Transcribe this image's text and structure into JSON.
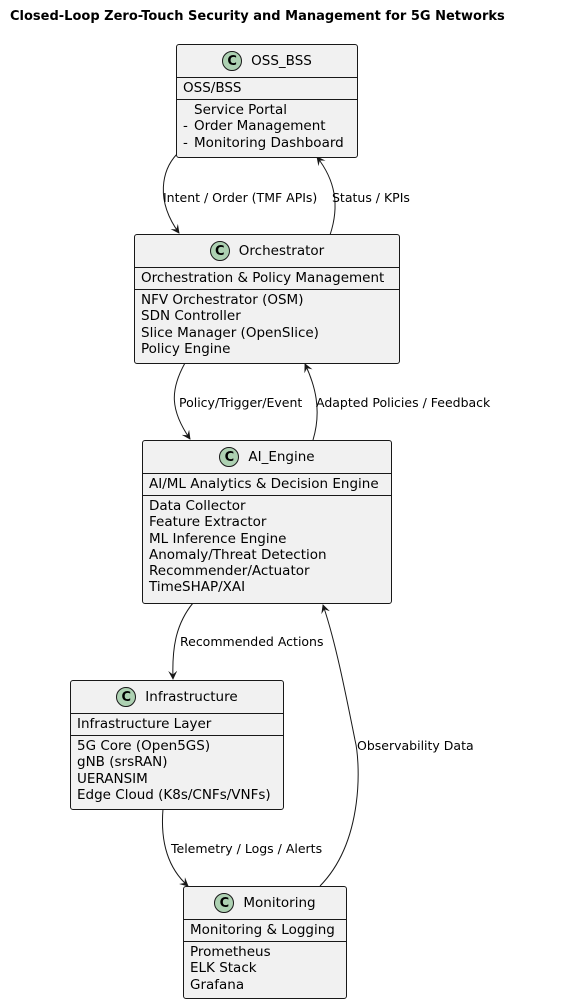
{
  "title": "Closed-Loop Zero-Touch Security and Management for 5G Networks",
  "classes": [
    {
      "name": "OSS_BSS",
      "stereotype_icon": "C",
      "section1": "OSS/BSS",
      "members": [
        {
          "vis": "",
          "text": "Service Portal"
        },
        {
          "vis": "-",
          "text": "Order Management"
        },
        {
          "vis": "-",
          "text": "Monitoring Dashboard"
        }
      ]
    },
    {
      "name": "Orchestrator",
      "stereotype_icon": "C",
      "section1": "Orchestration & Policy Management",
      "members": [
        {
          "vis": "",
          "text": "NFV Orchestrator (OSM)"
        },
        {
          "vis": "",
          "text": "SDN Controller"
        },
        {
          "vis": "",
          "text": "Slice Manager (OpenSlice)"
        },
        {
          "vis": "",
          "text": "Policy Engine"
        }
      ]
    },
    {
      "name": "AI_Engine",
      "stereotype_icon": "C",
      "section1": "AI/ML Analytics & Decision Engine",
      "members": [
        {
          "vis": "",
          "text": "Data Collector"
        },
        {
          "vis": "",
          "text": "Feature Extractor"
        },
        {
          "vis": "",
          "text": "ML Inference Engine"
        },
        {
          "vis": "",
          "text": "Anomaly/Threat Detection"
        },
        {
          "vis": "",
          "text": "Recommender/Actuator"
        },
        {
          "vis": "",
          "text": "TimeSHAP/XAI"
        }
      ]
    },
    {
      "name": "Infrastructure",
      "stereotype_icon": "C",
      "section1": "Infrastructure Layer",
      "members": [
        {
          "vis": "",
          "text": "5G Core (Open5GS)"
        },
        {
          "vis": "",
          "text": "gNB (srsRAN)"
        },
        {
          "vis": "",
          "text": "UERANSIM"
        },
        {
          "vis": "",
          "text": "Edge Cloud (K8s/CNFs/VNFs)"
        }
      ]
    },
    {
      "name": "Monitoring",
      "stereotype_icon": "C",
      "section1": "Monitoring & Logging",
      "members": [
        {
          "vis": "",
          "text": "Prometheus"
        },
        {
          "vis": "",
          "text": "ELK Stack"
        },
        {
          "vis": "",
          "text": "Grafana"
        }
      ]
    }
  ],
  "edges": [
    {
      "from": "OSS_BSS",
      "to": "Orchestrator",
      "label": "Intent / Order (TMF APIs)"
    },
    {
      "from": "Orchestrator",
      "to": "OSS_BSS",
      "label": "Status / KPIs"
    },
    {
      "from": "Orchestrator",
      "to": "AI_Engine",
      "label": "Policy/Trigger/Event"
    },
    {
      "from": "AI_Engine",
      "to": "Orchestrator",
      "label": "Adapted Policies / Feedback"
    },
    {
      "from": "AI_Engine",
      "to": "Infrastructure",
      "label": "Recommended Actions"
    },
    {
      "from": "Monitoring",
      "to": "AI_Engine",
      "label": "Observability Data"
    },
    {
      "from": "Infrastructure",
      "to": "Monitoring",
      "label": "Telemetry / Logs / Alerts"
    }
  ],
  "colors": {
    "class_fill": "#f1f1f1",
    "border": "#181818",
    "circle_fill": "#add1b2"
  }
}
